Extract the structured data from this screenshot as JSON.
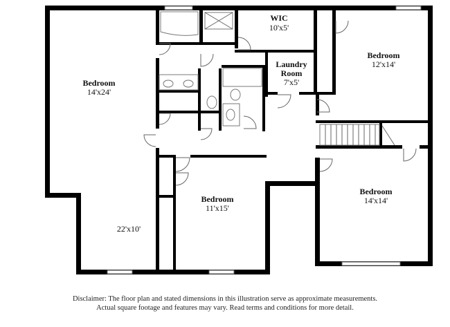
{
  "rooms": {
    "bedroom_master": {
      "name": "Bedroom",
      "dims": "14'x24'"
    },
    "wic": {
      "name": "WIC",
      "dims": "10'x5'"
    },
    "laundry": {
      "name_line1": "Laundry",
      "name_line2": "Room",
      "dims": "7'x5'"
    },
    "bedroom_ne": {
      "name": "Bedroom",
      "dims": "12'x14'"
    },
    "bedroom_se": {
      "name": "Bedroom",
      "dims": "14'x14'"
    },
    "bedroom_mid": {
      "name": "Bedroom",
      "dims": "11'x15'"
    },
    "loft": {
      "dims": "22'x10'"
    }
  },
  "disclaimer": {
    "line1": "Disclaimer: The floor plan and stated dimensions in this illustration serve as approximate measurements.",
    "line2": "Actual square footage and features may vary. Read terms and conditions for more detail."
  }
}
